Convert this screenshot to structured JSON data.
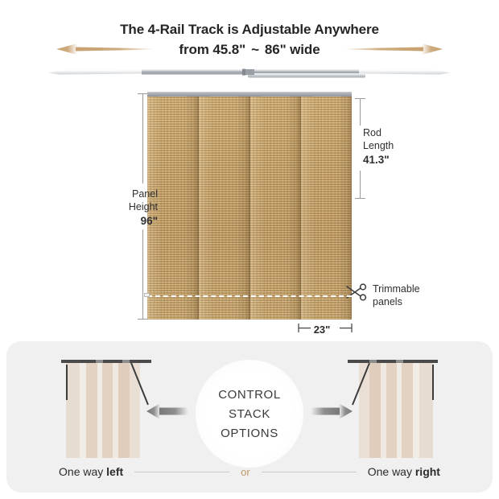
{
  "heading": {
    "line1": "The 4-Rail Track is Adjustable Anywhere",
    "line2_prefix": "from 45.8\"",
    "line2_tilde": "~",
    "line2_suffix": "86\" wide"
  },
  "arrows": {
    "left_icon": "arrow-left-icon",
    "right_icon": "arrow-right-icon",
    "color": "#c8a270"
  },
  "track": {
    "icon": "rail-track-icon",
    "color": "#b9bdc2"
  },
  "blind": {
    "panel_count": 4,
    "texture_color": "#c29c60",
    "headrail_color": "#a8acb2"
  },
  "dimensions": {
    "panel_height": {
      "label_line1": "Panel",
      "label_line2": "Height",
      "value": "96\""
    },
    "rod_length": {
      "label_line1": "Rod",
      "label_line2": "Length",
      "value": "41.3\""
    },
    "panel_width": {
      "value": "23\""
    },
    "trimmable": {
      "icon": "scissors-icon",
      "label_line1": "Trimmable",
      "label_line2": "panels"
    }
  },
  "control_stack": {
    "title_line1": "CONTROL",
    "title_line2": "STACK",
    "title_line3": "OPTIONS",
    "left": {
      "prefix": "One way ",
      "emphasis": "left",
      "arrow_icon": "arrow-left-icon"
    },
    "right": {
      "prefix": "One way ",
      "emphasis": "right",
      "arrow_icon": "arrow-right-icon"
    },
    "separator": "or",
    "separator_color": "#c19a6b"
  }
}
